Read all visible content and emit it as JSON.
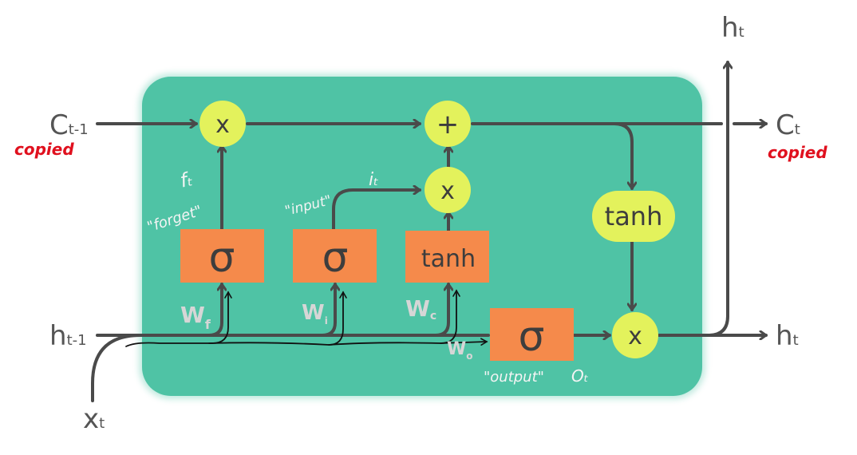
{
  "title": "LSTM cell diagram (annotated)",
  "colors": {
    "cell_background": "#4fc3a5",
    "gate_box": "#f58a4b",
    "pointwise_node": "#e3f25c",
    "line": "#4a4a4a",
    "annotation_white": "#f4f4f4",
    "annotation_red": "#e0101e",
    "annotation_black": "#111111"
  },
  "inputs": {
    "c_prev": {
      "base": "C",
      "sub": "t-1",
      "note": "copied"
    },
    "h_prev": {
      "base": "h",
      "sub": "t-1"
    },
    "x": {
      "base": "x",
      "sub": "t"
    }
  },
  "outputs": {
    "c": {
      "base": "C",
      "sub": "t",
      "note": "copied"
    },
    "h_top": {
      "base": "h",
      "sub": "t"
    },
    "h_right": {
      "base": "h",
      "sub": "t"
    }
  },
  "gates": [
    {
      "id": "forget",
      "symbol": "σ",
      "weight": {
        "base": "W",
        "sub": "f"
      },
      "quoted_name": "\"forget\"",
      "output_label": "fₜ"
    },
    {
      "id": "input",
      "symbol": "σ",
      "weight": {
        "base": "W",
        "sub": "i"
      },
      "quoted_name": "\"input\"",
      "output_label": "iₜ"
    },
    {
      "id": "candidate",
      "symbol": "tanh",
      "weight": {
        "base": "W",
        "sub": "c"
      }
    },
    {
      "id": "output",
      "symbol": "σ",
      "weight": {
        "base": "W",
        "sub": "o"
      },
      "quoted_name": "\"output\"",
      "output_label": "Oₜ"
    }
  ],
  "pointwise_ops": {
    "forget_multiply": "x",
    "add": "+",
    "input_multiply": "x",
    "cell_tanh": "tanh",
    "output_multiply": "x"
  }
}
